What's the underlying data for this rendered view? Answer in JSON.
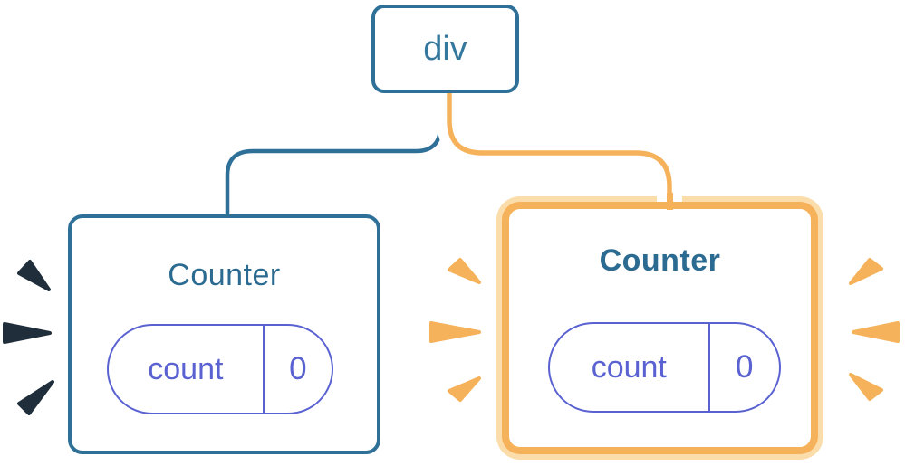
{
  "diagram": {
    "root": {
      "label": "div"
    },
    "left_counter": {
      "title": "Counter",
      "state_key": "count",
      "state_value": "0"
    },
    "right_counter": {
      "title": "Counter",
      "state_key": "count",
      "state_value": "0"
    },
    "colors": {
      "steel_blue": "#2e7097",
      "node_text_blue": "#35789e",
      "title_blue": "#2b6b91",
      "pill_indigo": "#5a62d2",
      "highlight_orange": "#f6b25a",
      "highlight_orange_light": "#fbdcab",
      "plain_spark_dark": "#1f2e3a",
      "background": "#ffffff"
    }
  }
}
